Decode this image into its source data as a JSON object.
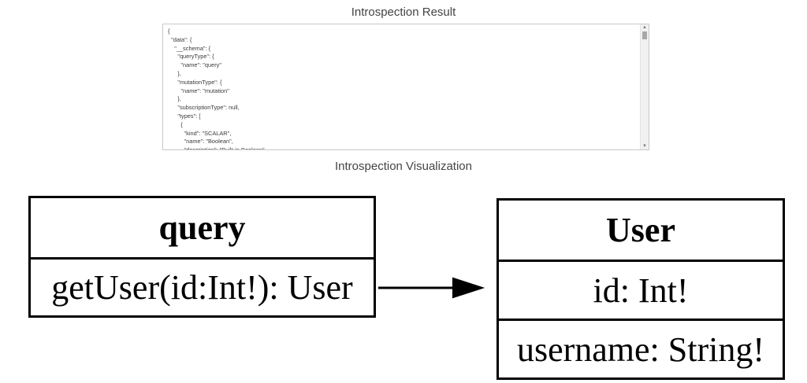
{
  "result_heading": "Introspection Result",
  "result_json_text": "{\n  \"data\": {\n    \"__schema\": {\n      \"queryType\": {\n        \"name\": \"query\"\n      },\n      \"mutationType\": {\n        \"name\": \"mutation\"\n      },\n      \"subscriptionType\": null,\n      \"types\": [\n        {\n          \"kind\": \"SCALAR\",\n          \"name\": \"Boolean\",\n          \"description\": \"Built-in Boolean\",",
  "visualization_heading": "Introspection Visualization",
  "graph": {
    "query_node": {
      "title": "query",
      "field": "getUser(id:Int!): User"
    },
    "user_node": {
      "title": "User",
      "fields": [
        "id: Int!",
        "username: String!"
      ]
    }
  }
}
